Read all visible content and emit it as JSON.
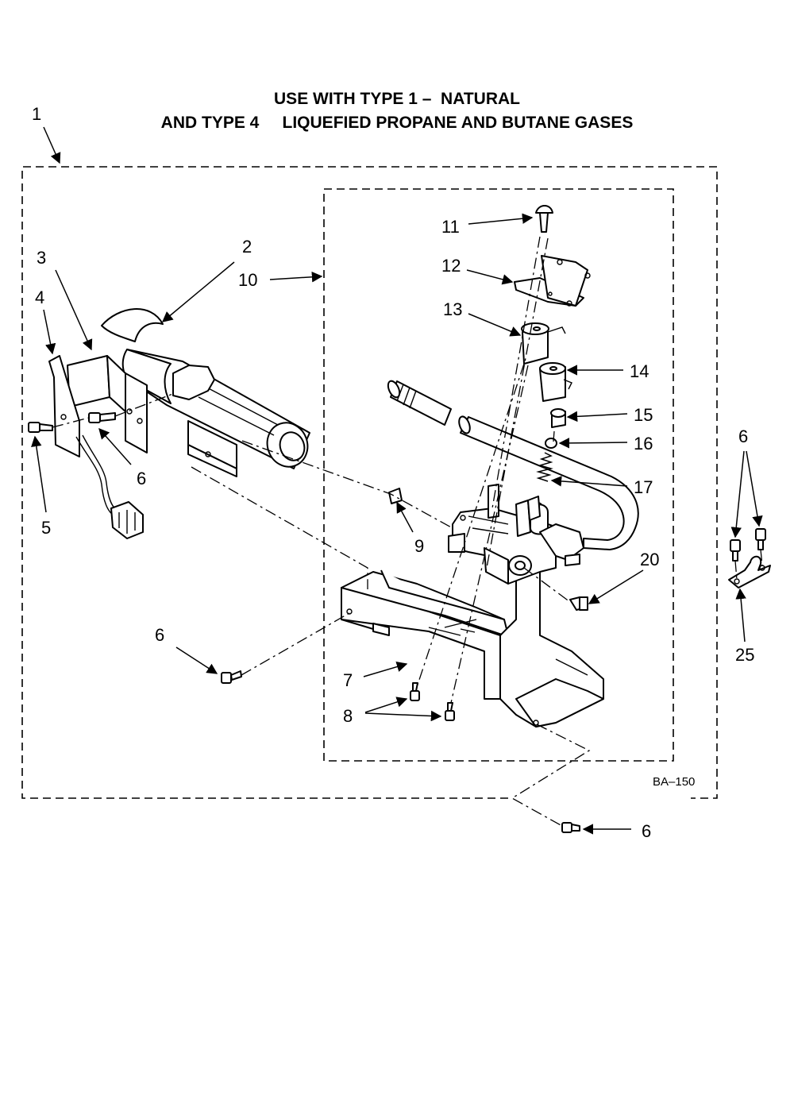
{
  "title": {
    "line1": "USE WITH TYPE 1 –  NATURAL",
    "line2": "AND TYPE 4     LIQUEFIED PROPANE AND BUTANE GASES"
  },
  "drawing_code": "BA–150",
  "callouts": {
    "assembly": "1",
    "burner_tube": "2",
    "igniter_bracket": "3",
    "igniter": "4",
    "igniter_screw": "5",
    "screw_left": "6",
    "screw_right_group": "6",
    "screw_bottom_left": "6",
    "screw_bottom": "6",
    "bracket": "7",
    "screws_bracket": "8",
    "nut": "9",
    "valve_assembly": "10",
    "coil_screw": "11",
    "coil_clip": "12",
    "coil_top": "13",
    "coil_side": "14",
    "orifice_cap": "15",
    "plug": "16",
    "spring": "17",
    "sensor": "20",
    "wire_clip": "25"
  }
}
